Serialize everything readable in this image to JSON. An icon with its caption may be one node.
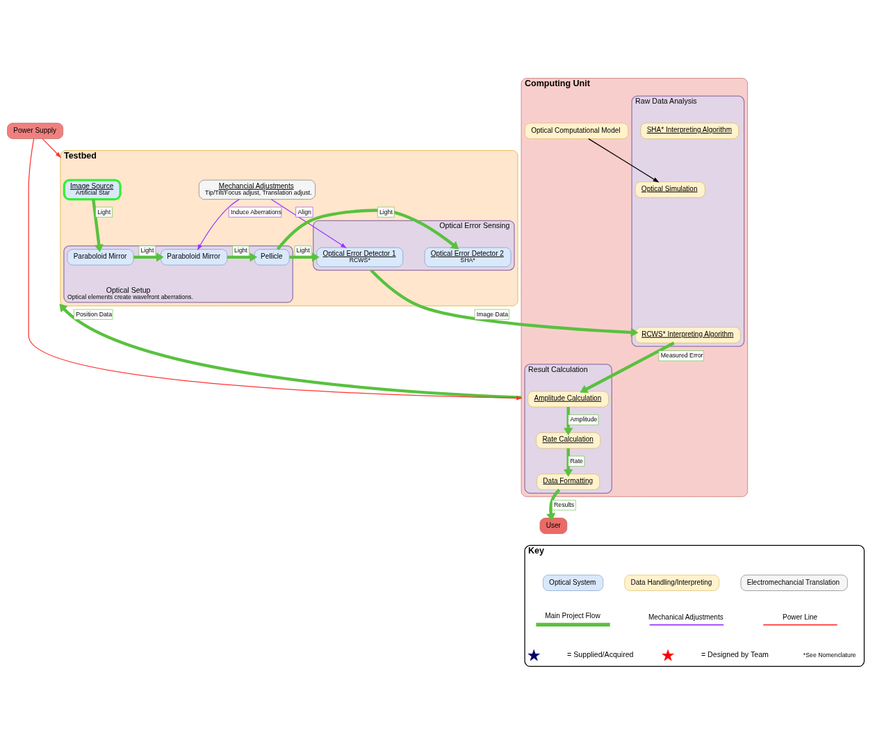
{
  "diagram": {
    "nodes": [
      {
        "text": [
          "Testbed"
        ]
      },
      {
        "text": [
          "Image Source",
          "Artificial Star"
        ],
        "in": 0
      },
      {
        "text": [
          "Mechancial Adjustments",
          "Tip/Tilt/Focus adjust, Translation adjust."
        ],
        "in": 0
      },
      {
        "text": [
          "Optical Setup",
          "Optical elements create wavefront aberrations."
        ],
        "in": 0
      },
      {
        "text": [
          "Paraboloid Mirror"
        ],
        "in": 3
      },
      {
        "text": [
          "Paraboloid Mirror"
        ],
        "in": 3
      },
      {
        "text": [
          "Pellicle"
        ],
        "in": 3
      },
      {
        "text": [
          "Optical Error Sensing"
        ],
        "in": 0
      },
      {
        "text": [
          "Optical Error Detector 1",
          "RCWS*"
        ],
        "in": 7
      },
      {
        "text": [
          "Optical Error Detector 2",
          "SHA*"
        ],
        "in": 7
      },
      {
        "text": [
          "Power Supply"
        ]
      },
      {
        "text": [
          "Computing Unit"
        ]
      },
      {
        "text": [
          "Result Calculation"
        ],
        "in": 11
      },
      {
        "text": [
          "Amplitude Calculation"
        ],
        "in": 12
      },
      {
        "text": [
          "Rate Calculation"
        ],
        "in": 12
      },
      {
        "text": [
          "Data Formatting"
        ],
        "in": 12
      },
      {
        "text": [
          "Raw Data Analysis"
        ],
        "in": 11
      },
      {
        "text": [
          "SHA* Interpreting Algorithm"
        ],
        "in": 16
      },
      {
        "text": [
          "RCWS* Interpreting Algorithm"
        ],
        "in": 16
      },
      {
        "text": [
          "Optical Simulation"
        ],
        "in": 16
      },
      {
        "text": [
          "Optical Computational Model"
        ],
        "in": 11
      },
      {
        "text": [
          "User"
        ]
      },
      {
        "text": [
          "Key"
        ]
      },
      {
        "text": [
          "Optical System"
        ],
        "in": 22
      },
      {
        "text": [
          "Data Handling/Interpreting"
        ],
        "in": 22
      },
      {
        "text": [
          "Electromechancial Translation"
        ],
        "in": 22
      }
    ],
    "edges": [
      {
        "from": 11,
        "to": 0,
        "label": "Position Data",
        "arrow": "to"
      },
      {
        "from": 1,
        "to": 4,
        "label": "Light",
        "arrow": "to"
      },
      {
        "from": 2,
        "to": 5,
        "label": "Induce Aberrations",
        "arrow": "to",
        "color": "#9933ff"
      },
      {
        "from": 2,
        "to": 8,
        "label": "Align",
        "arrow": "to",
        "color": "#9933ff"
      },
      {
        "from": 4,
        "to": 5,
        "label": "Light",
        "arrow": "to"
      },
      {
        "from": 5,
        "to": 6,
        "label": "Light",
        "arrow": "to"
      },
      {
        "from": 6,
        "to": 8,
        "label": "Light",
        "arrow": "to"
      },
      {
        "from": 6,
        "to": 9,
        "label": "Light",
        "arrow": "to"
      },
      {
        "from": 10,
        "to": 0,
        "arrow": "to",
        "color": "#ff3333"
      },
      {
        "from": 10,
        "to": 11,
        "arrow": "to",
        "color": "#ff3333"
      },
      {
        "from": 7,
        "to": 18,
        "label": "Image Data",
        "arrow": "to"
      },
      {
        "from": 18,
        "to": 13,
        "label": "Measured Error",
        "arrow": "to"
      },
      {
        "from": 13,
        "to": 14,
        "label": "Amplitude",
        "arrow": "to"
      },
      {
        "from": 14,
        "to": 15,
        "label": "Rate",
        "arrow": "to"
      },
      {
        "from": 15,
        "to": 21,
        "label": "Results",
        "arrow": "to"
      },
      {
        "from": 20,
        "to": 19,
        "arrow": "to",
        "color": "#000000"
      }
    ],
    "labels": [
      "*See Nomenclature"
    ],
    "legend": [
      {
        "text": "Main Project Flow"
      },
      {
        "text": "Mechanical Adjustments"
      },
      {
        "text": "Power Line"
      },
      {
        "text": "= Supplied/Acquired"
      },
      {
        "text": "= Designed by Team"
      }
    ]
  }
}
